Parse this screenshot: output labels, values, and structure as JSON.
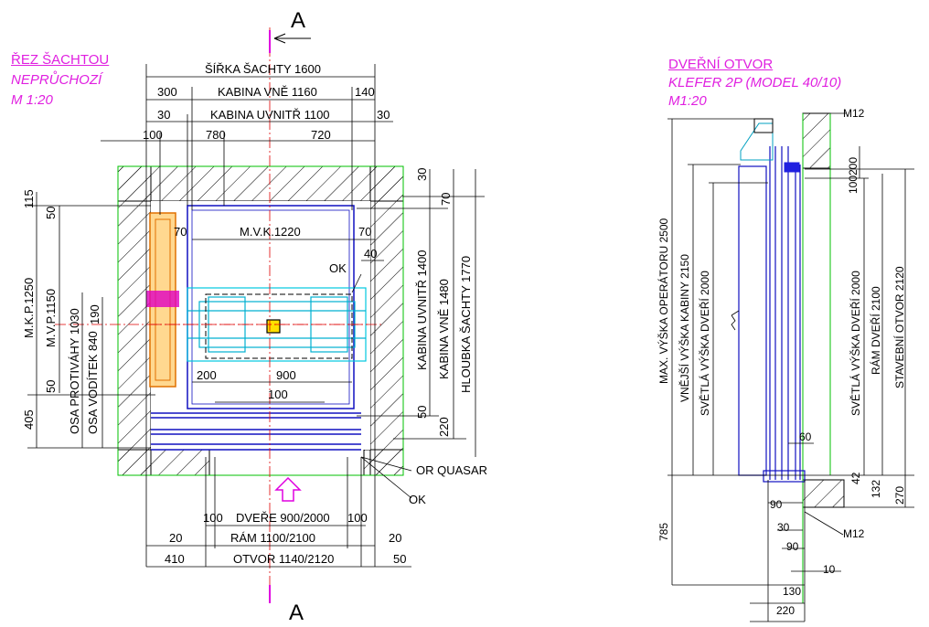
{
  "section_marker": "A",
  "left_view": {
    "title": "ŘEZ ŠACHTOU",
    "subtitle": "NEPRŮCHOZÍ",
    "scale": "M 1:20",
    "dims": {
      "shaft_width": "ŠÍŘKA ŠACHTY 1600",
      "cabin_outer": "KABINA VNĚ 1160",
      "cabin_inner": "KABINA UVNITŘ 1100",
      "d300": "300",
      "d140": "140",
      "d30a": "30",
      "d30b": "30",
      "d100": "100",
      "d780": "780",
      "d720": "720",
      "d30c": "30",
      "d70a": "70",
      "d70b": "70",
      "d70c": "70",
      "d40": "40",
      "mvk": "M.V.K.1220",
      "ok1": "OK",
      "d200": "200",
      "d900": "900",
      "d100b": "100",
      "d115": "115",
      "d50a": "50",
      "mkp": "M.K.P.1250",
      "mvp": "M.V.P.1150",
      "osa_protivahy": "OSA PROTIVÁHY 1030",
      "osa_vodítek": "OSA VODÍTEK 840",
      "d190": "190",
      "d50b": "50",
      "d405": "405",
      "cab_in_depth": "KABINA UVNITŘ 1400",
      "cab_out_depth": "KABINA VNĚ 1480",
      "shaft_depth": "HLOUBKA ŠACHTY 1770",
      "d50c": "50",
      "d220": "220",
      "or_quasar": "OR QUASAR",
      "ok2": "OK",
      "door": "DVEŘE 900/2000",
      "d100c": "100",
      "d100d": "100",
      "frame": "RÁM 1100/2100",
      "d20a": "20",
      "d20b": "20",
      "opening": "OTVOR 1140/2120",
      "d410": "410",
      "d50d": "50"
    }
  },
  "right_view": {
    "title": "DVEŘNÍ OTVOR",
    "subtitle": "KLEFER 2P (MODEL 40/10)",
    "scale": "M1:20",
    "dims": {
      "m12a": "M12",
      "m12b": "M12",
      "max_op": "MAX. VÝŠKA OPERÁTORU 2500",
      "outer_cab": "VNĚJŠÍ VÝŠKA KABINY 2150",
      "clear_door": "SVĚTLÁ VÝŠKA DVEŘÍ 2000",
      "clear_door2": "SVĚTLÁ VÝŠKA DVEŘÍ 2000",
      "door_frame": "RÁM DVEŘÍ 2100",
      "build_open": "STAVEBNÍ OTVOR 2120",
      "d200": "200",
      "d100": "100",
      "d60": "60",
      "d42": "42",
      "d132": "132",
      "d270": "270",
      "d785": "785",
      "d90a": "90",
      "d30": "30",
      "d90b": "90",
      "d10": "10",
      "d130": "130",
      "d220": "220"
    }
  }
}
